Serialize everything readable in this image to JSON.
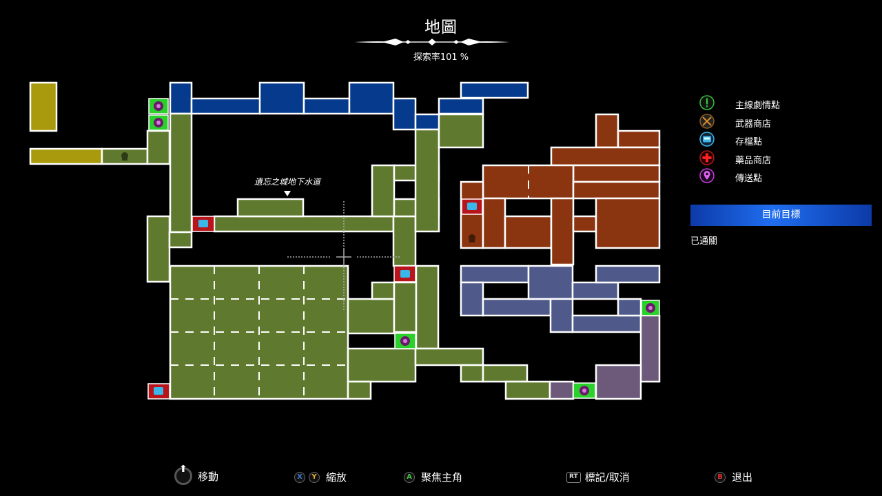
{
  "header": {
    "title": "地圖",
    "exploration": "探索率101 %"
  },
  "map": {
    "area_label": "遺忘之城地下水道",
    "region_colors": {
      "yellow": "#a89a0c",
      "green": "#5f7a2e",
      "blue": "#053a8c",
      "orange": "#8b3410",
      "slate": "#4f5a8a",
      "purple": "#6d5a7a"
    }
  },
  "legend": {
    "items": [
      {
        "label": "主線劇情點",
        "icon": "exclamation-icon",
        "color": "#35c23a"
      },
      {
        "label": "武器商店",
        "icon": "crossed-swords-icon",
        "color": "#d98a2a"
      },
      {
        "label": "存檔點",
        "icon": "save-bench-icon",
        "color": "#3ab7ea"
      },
      {
        "label": "藥品商店",
        "icon": "red-cross-icon",
        "color": "#e01818"
      },
      {
        "label": "傳送點",
        "icon": "teleport-pin-icon",
        "color": "#c23ad8"
      }
    ]
  },
  "objective": {
    "header": "目前目標",
    "status": "已通關"
  },
  "controls": [
    {
      "label": "移動",
      "key": "L"
    },
    {
      "label": "縮放",
      "keys": [
        "X",
        "Y"
      ]
    },
    {
      "label": "聚焦主角",
      "key": "A"
    },
    {
      "label": "標記/取消",
      "key": "RT"
    },
    {
      "label": "退出",
      "key": "B"
    }
  ]
}
